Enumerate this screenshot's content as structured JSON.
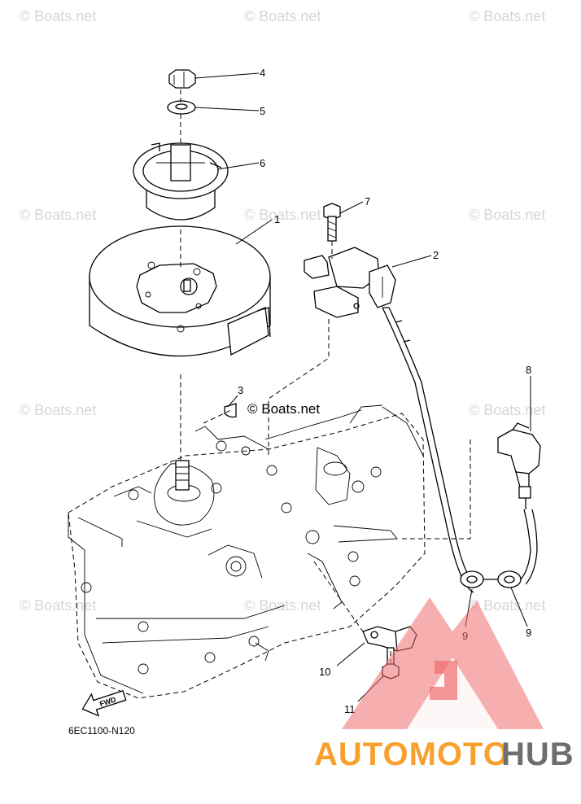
{
  "watermark": {
    "text": "© Boats.net"
  },
  "copyright_label": "© Boats.net",
  "part_number": "6EC1100-N120",
  "fwd_label": "FWD",
  "callouts": [
    "1",
    "2",
    "3",
    "4",
    "5",
    "6",
    "7",
    "8",
    "9",
    "9",
    "10",
    "11"
  ],
  "brand": {
    "part1": "AUTOMOTO",
    "part2": "HUB",
    "colors": {
      "logo_red": "#ef6b6b",
      "logo_light": "#f9b8b8",
      "text_orange": "#f7a02e",
      "text_gray": "#6e6e6e"
    }
  }
}
